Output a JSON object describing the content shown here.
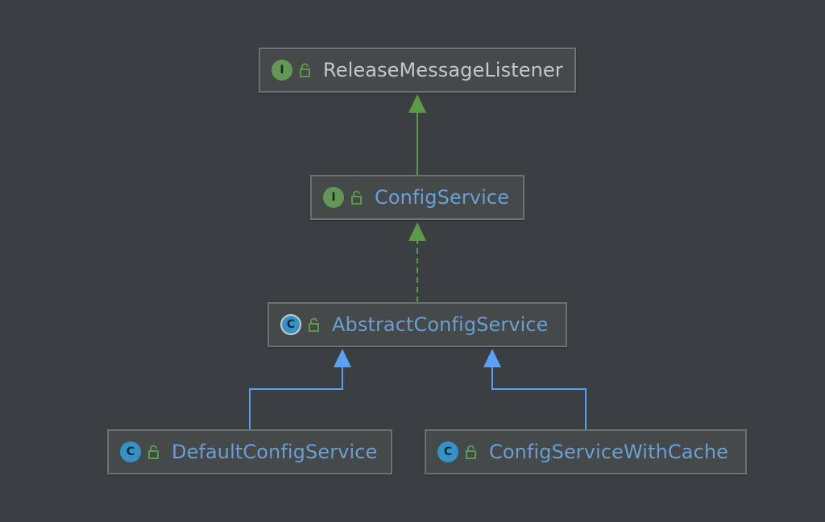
{
  "colors": {
    "background": "#3c3f41",
    "interface_label": "#c5c8c6",
    "class_label": "#6a9fd4",
    "realization_edge": "#5a9a48",
    "inheritance_edge": "#5aa0f5",
    "interface_icon": "#629755",
    "class_icon": "#3592c4"
  },
  "nodes": {
    "release_message_listener": {
      "kind": "interface",
      "icon_letter": "I",
      "label": "ReleaseMessageListener"
    },
    "config_service": {
      "kind": "interface",
      "icon_letter": "I",
      "label": "ConfigService"
    },
    "abstract_config_service": {
      "kind": "abstract-class",
      "icon_letter": "C",
      "label": "AbstractConfigService"
    },
    "default_config_service": {
      "kind": "class",
      "icon_letter": "C",
      "label": "DefaultConfigService"
    },
    "config_service_with_cache": {
      "kind": "class",
      "icon_letter": "C",
      "label": "ConfigServiceWithCache"
    }
  },
  "edges": [
    {
      "from": "config_service",
      "to": "release_message_listener",
      "style": "solid",
      "color": "#5a9a48"
    },
    {
      "from": "abstract_config_service",
      "to": "config_service",
      "style": "dashed",
      "color": "#5a9a48"
    },
    {
      "from": "default_config_service",
      "to": "abstract_config_service",
      "style": "solid",
      "color": "#5aa0f5"
    },
    {
      "from": "config_service_with_cache",
      "to": "abstract_config_service",
      "style": "solid",
      "color": "#5aa0f5"
    }
  ]
}
